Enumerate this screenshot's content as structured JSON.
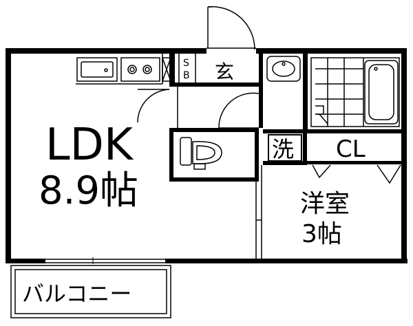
{
  "rooms": {
    "ldk": {
      "name": "LDK",
      "size": "8.9帖"
    },
    "western": {
      "name": "洋室",
      "size": "3帖"
    },
    "entrance": {
      "name": "玄"
    },
    "washroom": {
      "name": "洗"
    },
    "closet": {
      "name": "CL"
    },
    "shoebox": {
      "top": "S",
      "bottom": "B"
    },
    "balcony": {
      "name": "バルコニー"
    }
  }
}
